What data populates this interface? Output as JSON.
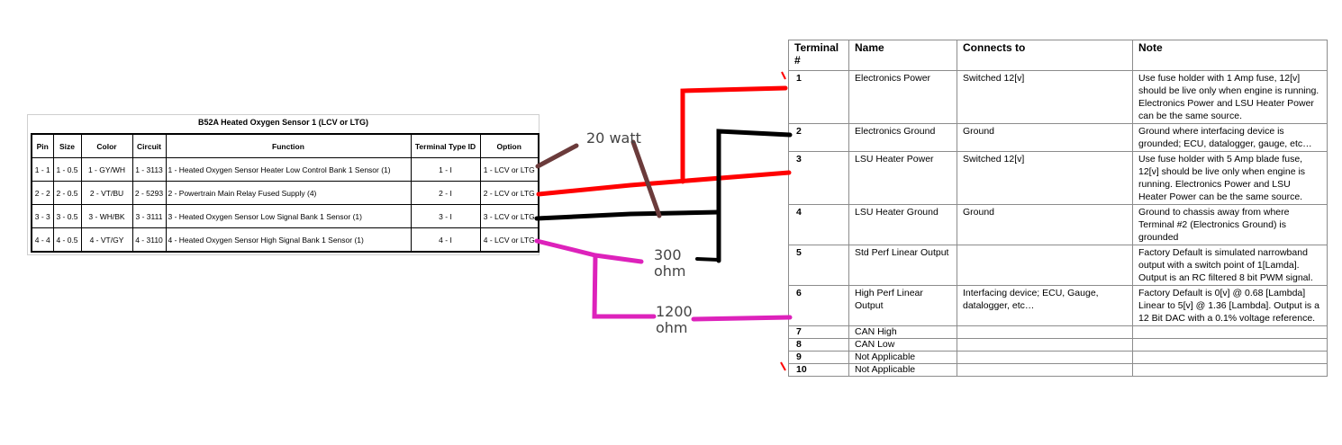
{
  "sensor": {
    "title": "B52A Heated Oxygen Sensor 1 (LCV or LTG)",
    "headers": [
      "Pin",
      "Size",
      "Color",
      "Circuit",
      "Function",
      "Terminal Type ID",
      "Option"
    ],
    "rows": [
      [
        "1 - 1",
        "1 - 0.5",
        "1 - GY/WH",
        "1 - 3113",
        "1 - Heated Oxygen Sensor Heater Low Control Bank 1 Sensor (1)",
        "1 - I",
        "1 - LCV or LTG"
      ],
      [
        "2 - 2",
        "2 - 0.5",
        "2 - VT/BU",
        "2 - 5293",
        "2 - Powertrain Main Relay Fused Supply (4)",
        "2 - I",
        "2 - LCV or LTG"
      ],
      [
        "3 - 3",
        "3 - 0.5",
        "3 - WH/BK",
        "3 - 3111",
        "3 - Heated Oxygen Sensor Low Signal Bank 1 Sensor (1)",
        "3 - I",
        "3 - LCV or LTG"
      ],
      [
        "4 - 4",
        "4 - 0.5",
        "4 - VT/GY",
        "4 - 3110",
        "4 - Heated Oxygen Sensor High Signal Bank 1 Sensor (1)",
        "4 - I",
        "4 - LCV or LTG"
      ]
    ]
  },
  "terminals": {
    "headers": [
      "Terminal #",
      "Name",
      "Connects to",
      "Note"
    ],
    "rows": [
      [
        "1",
        "Electronics Power",
        "Switched 12[v]",
        "Use fuse holder with 1 Amp fuse, 12[v] should be live only when engine is running. Electronics Power and LSU Heater Power can be the same source."
      ],
      [
        "2",
        "Electronics Ground",
        "Ground",
        "Ground where interfacing device is grounded; ECU, datalogger, gauge, etc…"
      ],
      [
        "3",
        "LSU Heater Power",
        "Switched 12[v]",
        "Use fuse holder with 5 Amp blade fuse, 12[v] should be live only when engine is running.  Electronics Power and LSU Heater Power can be the same source."
      ],
      [
        "4",
        "LSU Heater Ground",
        "Ground",
        "Ground to chassis away from where Terminal #2 (Electronics Ground) is grounded"
      ],
      [
        "5",
        "Std Perf Linear Output",
        "",
        "Factory Default is simulated narrowband output with a switch point of 1[Lamda]. Output is an RC filtered 8 bit PWM signal."
      ],
      [
        "6",
        "High Perf Linear Output",
        "Interfacing device; ECU, Gauge, datalogger, etc…",
        "Factory Default is 0[v] @ 0.68 [Lambda] Linear to 5[v] @ 1.36 [Lambda]. Output is a 12 Bit DAC with a 0.1% voltage reference."
      ],
      [
        "7",
        "CAN High",
        "",
        ""
      ],
      [
        "8",
        "CAN Low",
        "",
        ""
      ],
      [
        "9",
        "Not Applicable",
        "",
        ""
      ],
      [
        "10",
        "Not Applicable",
        "",
        ""
      ]
    ]
  },
  "annotations": {
    "resistor_20": "20 watt",
    "resistor_300": "300 ohm",
    "resistor_1200": "1200 ohm"
  },
  "colors": {
    "power_wire": "#ff0000",
    "ground_wire": "#000000",
    "signal_wire": "#dd22bb",
    "resistor_wire": "#6b3b3b"
  }
}
